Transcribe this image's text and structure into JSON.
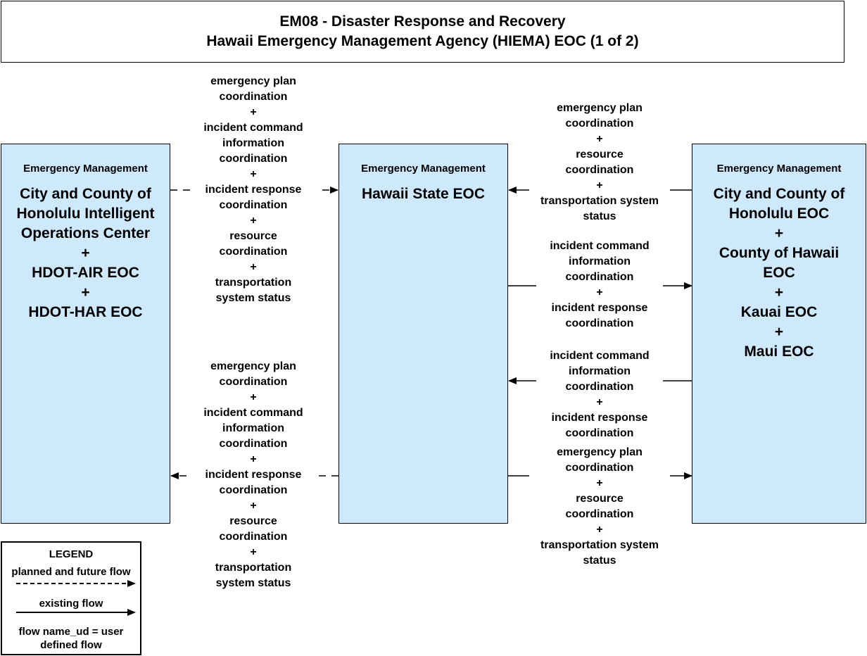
{
  "title": {
    "line1": "EM08 - Disaster Response and Recovery",
    "line2": "Hawaii Emergency Management Agency (HIEMA) EOC (1 of 2)"
  },
  "nodes": {
    "left": {
      "category": "Emergency Management",
      "names": [
        "City and County of",
        "Honolulu Intelligent",
        "Operations Center",
        "+",
        "HDOT-AIR EOC",
        "+",
        "HDOT-HAR EOC"
      ]
    },
    "center": {
      "category": "Emergency Management",
      "names": [
        "Hawaii State EOC"
      ]
    },
    "right": {
      "category": "Emergency Management",
      "names": [
        "City and County of",
        "Honolulu EOC",
        "+",
        "County of Hawaii",
        "EOC",
        "+",
        "Kauai EOC",
        "+",
        "Maui EOC"
      ]
    }
  },
  "flows": {
    "left_to_center": [
      "emergency plan",
      "coordination",
      "+",
      "incident command",
      "information",
      "coordination",
      "+",
      "incident response",
      "coordination",
      "+",
      "resource",
      "coordination",
      "+",
      "transportation",
      "system status"
    ],
    "center_to_left": [
      "emergency plan",
      "coordination",
      "+",
      "incident command",
      "information",
      "coordination",
      "+",
      "incident response",
      "coordination",
      "+",
      "resource",
      "coordination",
      "+",
      "transportation",
      "system status"
    ],
    "right_to_center_top": [
      "emergency plan",
      "coordination",
      "+",
      "resource",
      "coordination",
      "+",
      "transportation system",
      "status"
    ],
    "center_to_right_upper": [
      "incident command",
      "information",
      "coordination",
      "+",
      "incident response",
      "coordination"
    ],
    "right_to_center_lower": [
      "incident command",
      "information",
      "coordination",
      "+",
      "incident response",
      "coordination"
    ],
    "center_to_right_bottom": [
      "emergency plan",
      "coordination",
      "+",
      "resource",
      "coordination",
      "+",
      "transportation system",
      "status"
    ]
  },
  "legend": {
    "title": "LEGEND",
    "planned": "planned and future flow",
    "existing": "existing flow",
    "user_defined": [
      "flow name_ud = user",
      "defined flow"
    ]
  }
}
